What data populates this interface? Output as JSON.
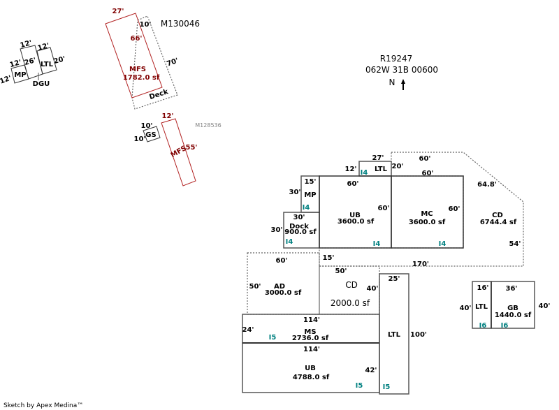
{
  "ids": {
    "parcel": "R19247",
    "legal": "062W 31B 00600",
    "north": "N",
    "mobile1": "M130046",
    "mobile2": "M128536"
  },
  "footer": "Sketch by Apex Medina™",
  "colors": {
    "mobile_home": "#800000",
    "line_code": "#008080",
    "outline": "#555555"
  },
  "dgu_group": {
    "d1": "12'",
    "d2": "12'",
    "d3": "12'",
    "d4": "26'",
    "ltl": "LTL",
    "d5": "20'",
    "mp": "MP",
    "d6": "12'",
    "dgu": "DGU"
  },
  "mfs1": {
    "width": "27'",
    "deck_w": "10'",
    "length": "66'",
    "deck_l": "70'",
    "label": "MFS",
    "area": "1782.0 sf",
    "deck": "Deck"
  },
  "gs": {
    "d1": "10'",
    "d2": "10'",
    "label": "GS"
  },
  "mfs2": {
    "width": "12'",
    "label": "MFS",
    "length": "55'"
  },
  "main": {
    "ltl_top": {
      "w": "27'",
      "h1": "12'",
      "h2": "20'",
      "label": "LTL",
      "code": "I4"
    },
    "mp": {
      "w": "15'",
      "h": "30'",
      "label": "MP",
      "code": "I4"
    },
    "dock": {
      "w": "30'",
      "h": "30'",
      "label": "Dock",
      "area": "900.0 sf",
      "code": "I4"
    },
    "ub": {
      "w": "60'",
      "h": "60'",
      "label": "UB",
      "area": "3600.0 sf",
      "code": "I4"
    },
    "mc": {
      "w": "60'",
      "h": "60'",
      "label": "MC",
      "area": "3600.0 sf",
      "code": "I4"
    },
    "cd": {
      "top": "60'",
      "diag": "64.8'",
      "right": "54'",
      "bottom": "170'",
      "left": "15'",
      "label": "CD",
      "area": "6744.4 sf"
    },
    "ad": {
      "w": "60'",
      "h": "50'",
      "label": "AD",
      "area": "3000.0 sf"
    },
    "cd2": {
      "w": "50'",
      "h": "40'",
      "label": "CD",
      "area": "2000.0 sf"
    },
    "ms": {
      "w": "114'",
      "h": "24'",
      "label": "MS",
      "area": "2736.0 sf",
      "code": "I5"
    },
    "ub2": {
      "w": "114'",
      "h": "42'",
      "label": "UB",
      "area": "4788.0 sf",
      "code": "I5"
    },
    "ltl": {
      "w": "25'",
      "h": "100'",
      "label": "LTL",
      "code": "I5"
    }
  },
  "east": {
    "ltl": {
      "w": "16'",
      "h": "40'",
      "label": "LTL",
      "code": "I6"
    },
    "gb": {
      "w": "36'",
      "h": "40'",
      "label": "GB",
      "area": "1440.0 sf",
      "code": "I6"
    }
  }
}
